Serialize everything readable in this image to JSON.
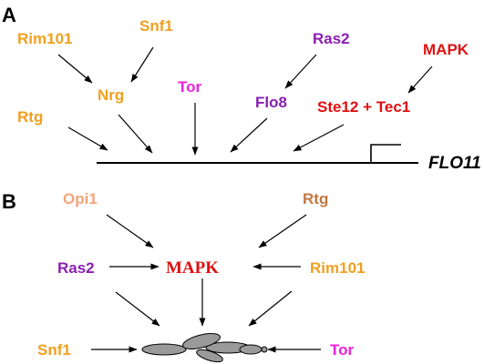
{
  "panels": {
    "a": "A",
    "b": "B"
  },
  "colors": {
    "orange": "#f0a020",
    "purple": "#8a1fb0",
    "red": "#e01010",
    "magenta": "#f020e0",
    "salmon": "#f4a47a",
    "brown": "#c07840",
    "black": "#000000",
    "cell": "#9a9a9a"
  },
  "panel_a": {
    "rim101": "Rim101",
    "snf1": "Snf1",
    "ras2": "Ras2",
    "mapk": "MAPK",
    "nrg": "Nrg",
    "tor": "Tor",
    "flo8": "Flo8",
    "ste12": "Ste12 + Tec1",
    "rtg": "Rtg",
    "gene": "FLO11"
  },
  "panel_b": {
    "opi1": "Opi1",
    "rtg": "Rtg",
    "ras2": "Ras2",
    "mapk": "MAPK",
    "rim101": "Rim101",
    "snf1": "Snf1",
    "tor": "Tor"
  }
}
